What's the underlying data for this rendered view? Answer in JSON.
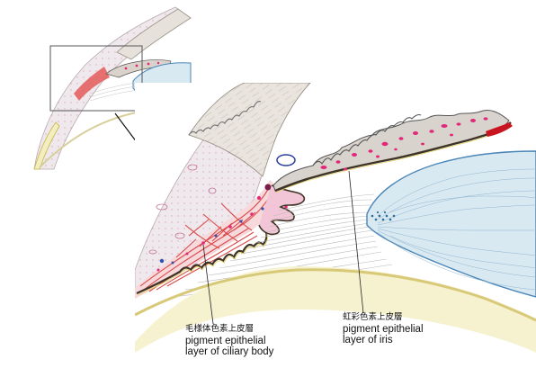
{
  "labels": {
    "ciliary": {
      "jp": "毛様体色素上皮層",
      "en_line1": "pigment epithelial",
      "en_line2": "layer of ciliary body"
    },
    "iris": {
      "jp": "虹彩色素上皮層",
      "en_line1": "pigment epithelial",
      "en_line2": "layer of iris"
    }
  },
  "colors": {
    "cornea_fill": "#eae6df",
    "sclera_fill": "#f6f0f2",
    "ciliary_muscle": "#d94a4a",
    "pigment_line": "#3d3326",
    "iris_stroma": "#d8d3cd",
    "iris_spots": "#e3287a",
    "lens_fill": "#d9e9f2",
    "lens_outline": "#4a86b8",
    "zonule_lines": "#b9b9b9",
    "retina_band": "#f3eec0",
    "sphincter": "#c8141e"
  }
}
